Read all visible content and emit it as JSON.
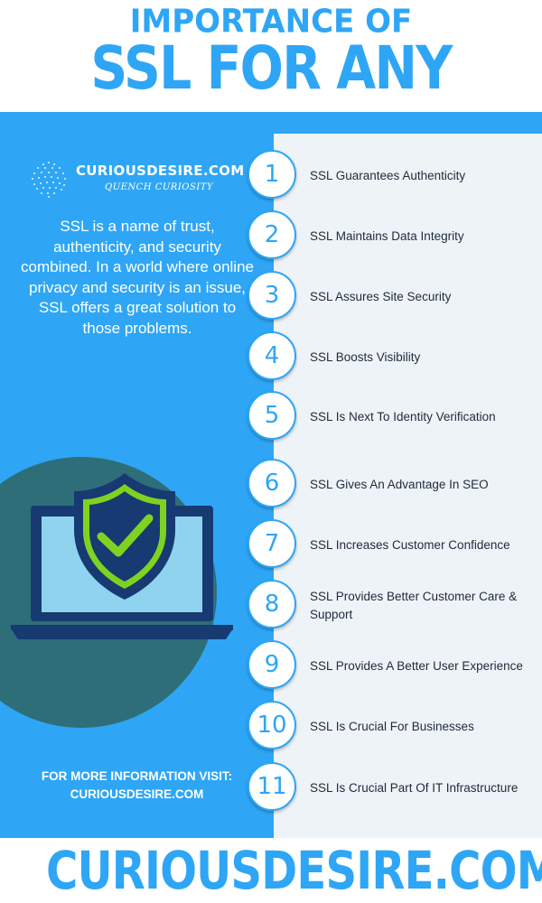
{
  "header": {
    "title_line1": "IMPORTANCE OF",
    "title_line2": "SSL FOR ANY WEBSITE"
  },
  "logo": {
    "name": "CURIOUSDESIRE.COM",
    "tagline": "QUENCH CURIOSITY"
  },
  "intro": "SSL is a name of trust, authenticity, and security combined. In a world where online privacy and security is an issue, SSL offers a great solution to those problems.",
  "more_info": {
    "line1": "FOR MORE INFORMATION VISIT:",
    "line2": "CURIOUSDESIRE.COM"
  },
  "items": [
    {
      "num": "1",
      "text": "SSL Guarantees Authenticity"
    },
    {
      "num": "2",
      "text": "SSL Maintains Data Integrity"
    },
    {
      "num": "3",
      "text": "SSL Assures Site Security"
    },
    {
      "num": "4",
      "text": "SSL Boosts Visibility"
    },
    {
      "num": "5",
      "text": "SSL Is Next To Identity Verification"
    },
    {
      "num": "6",
      "text": "SSL Gives An Advantage In SEO"
    },
    {
      "num": "7",
      "text": "SSL Increases Customer Confidence"
    },
    {
      "num": "8",
      "text": "SSL Provides Better Customer Care & Support"
    },
    {
      "num": "9",
      "text": "SSL Provides A Better User Experience"
    },
    {
      "num": "10",
      "text": "SSL Is Crucial For Businesses"
    },
    {
      "num": "11",
      "text": "SSL Is Crucial Part Of IT Infrastructure"
    }
  ],
  "footer": "CURIOUSDESIRE.COM",
  "icons": {
    "logo": "dotted-globe-icon",
    "illustration": "laptop-shield-check-icon"
  },
  "colors": {
    "primary_blue": "#2ea6f5",
    "panel_light": "#eef3f8",
    "teal": "#2e6e78",
    "navy": "#173a72",
    "green": "#7ed321"
  }
}
